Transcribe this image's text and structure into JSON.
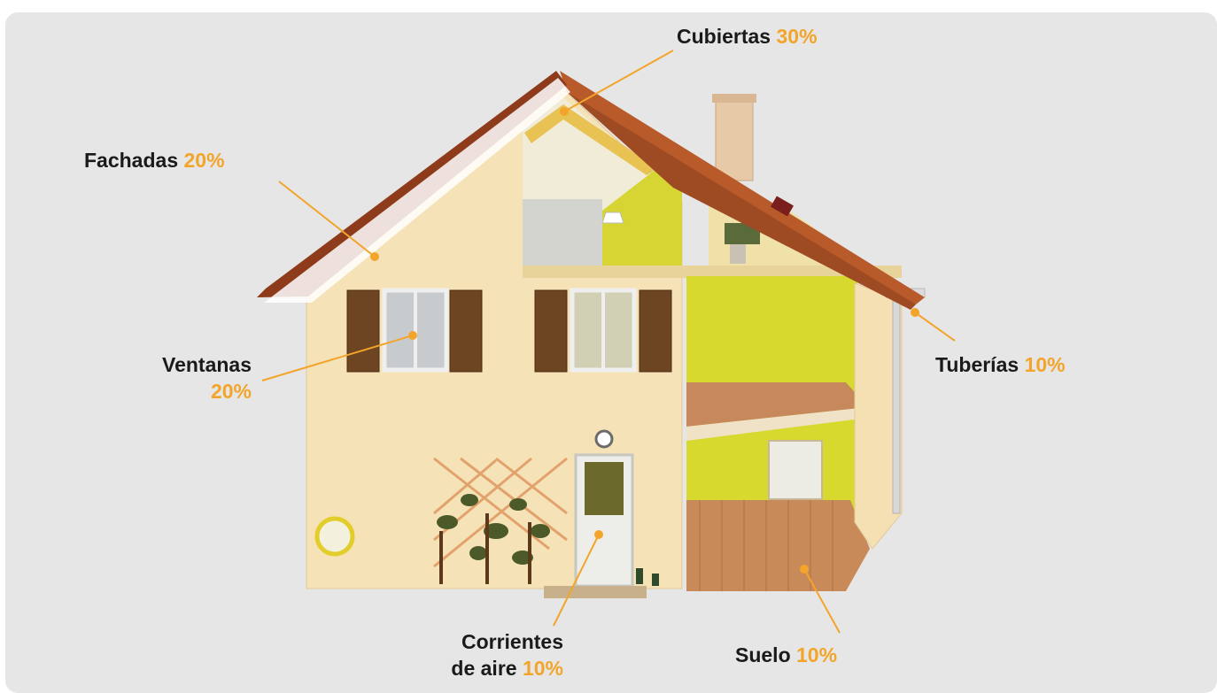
{
  "labels": {
    "cubiertas": {
      "name": "Cubiertas",
      "pct": "30%"
    },
    "fachadas": {
      "name": "Fachadas",
      "pct": "20%"
    },
    "ventanas": {
      "name": "Ventanas",
      "pct": "20%"
    },
    "tuberias": {
      "name": "Tuberías",
      "pct": "10%"
    },
    "corrientes": {
      "line1": "Corrientes",
      "line2": "de aire",
      "pct": "10%"
    },
    "suelo": {
      "name": "Suelo",
      "pct": "10%"
    }
  },
  "colors": {
    "background": "#e6e6e6",
    "accent": "#f2a52a",
    "text": "#1a1a1a",
    "facade": "#f6e2b7",
    "roof": "#b85a2a",
    "interior_wall": "#d9d92e",
    "wood_floor": "#c98a5a",
    "shutter": "#6e4522"
  }
}
